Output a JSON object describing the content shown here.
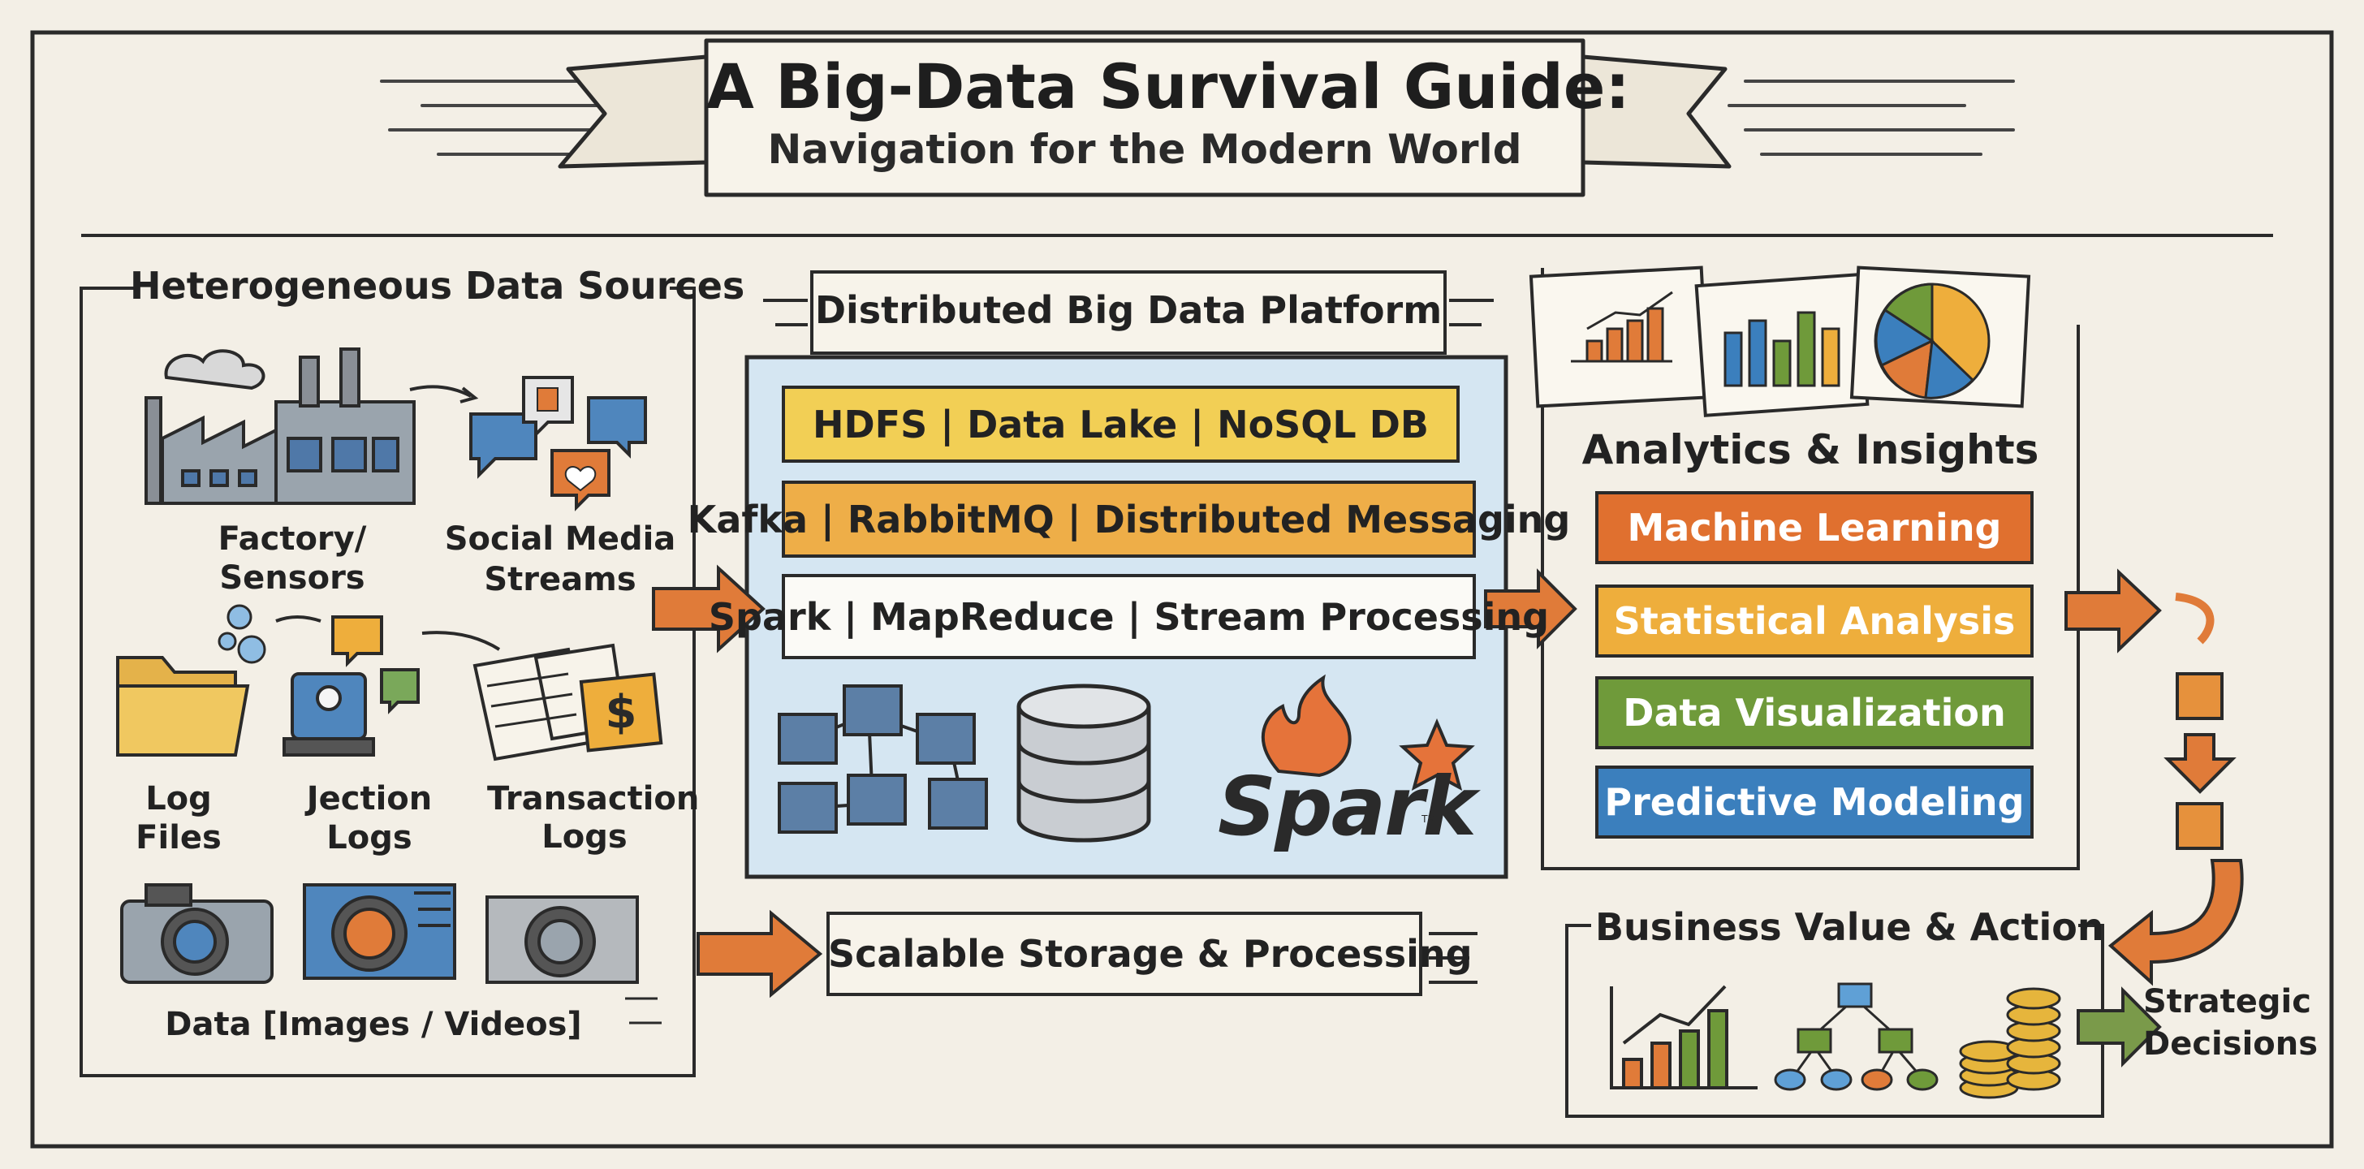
{
  "title": "A Big-Data Survival Guide:",
  "subtitle": "Navigation for the Modern World",
  "sources": {
    "heading": "Heterogeneous Data Sources",
    "factory": "Factory/ Sensors",
    "social_line1": "Social Media",
    "social_line2": "Streams",
    "log_files": "Log Files",
    "jection_logs": "Jection Logs",
    "transaction_line1": "Transaction",
    "transaction_line2": "Logs",
    "media": "Data [Images / Videos]",
    "dollar_symbol": "$"
  },
  "platform": {
    "heading": "Distributed Big Data Platform",
    "layers": [
      {
        "label": "HDFS | Data Lake | NoSQL DB",
        "color": "#f2cf55"
      },
      {
        "label": "Kafka | RabbitMQ | Distributed Messaging",
        "color": "#eeae48"
      },
      {
        "label": "Spark | MapReduce | Stream Processing",
        "color": "#fbfaf6"
      }
    ],
    "spark_logo": "Spark",
    "spark_tm": "TM"
  },
  "storage": {
    "label": "Scalable Storage & Processing"
  },
  "analytics": {
    "heading": "Analytics & Insights",
    "methods": [
      {
        "label": "Machine Learning",
        "color": "#e0702f"
      },
      {
        "label": "Statistical Analysis",
        "color": "#eeae3c"
      },
      {
        "label": "Data Visualization",
        "color": "#6f9a3a"
      },
      {
        "label": "Predictive Modeling",
        "color": "#3b7fbd"
      }
    ]
  },
  "business": {
    "heading": "Business Value & Action",
    "outcome_line1": "Strategic",
    "outcome_line2": "Decisions"
  },
  "colors": {
    "paper": "#f3efe6",
    "ink": "#2a2a2a",
    "arrow_orange": "#e07b39",
    "arrow_green": "#7a9a4a",
    "platform_blue": "#d5e6f2"
  },
  "icons": [
    "factory-icon",
    "social-chat-icons",
    "folder-icon",
    "camera-icon",
    "notebook-icon",
    "dollar-icon",
    "database-icon",
    "server-network-icon",
    "spark-flame-icon",
    "bar-chart-icon",
    "pie-chart-icon",
    "cube-icon",
    "tree-diagram-icon",
    "coin-stack-icon"
  ]
}
